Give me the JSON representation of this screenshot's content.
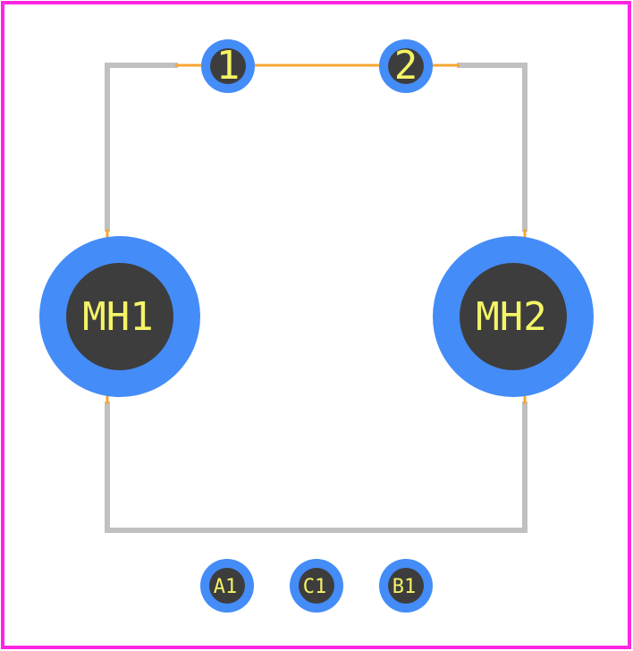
{
  "footprint": {
    "colors": {
      "background": "#ffffff",
      "courtyard": "#ff26e2",
      "silkscreen": "#c0c0c0",
      "pad_ring": "#448cf7",
      "hole": "#3d3d3d",
      "label": "#f4f466",
      "track": "#f8a530"
    },
    "pads": {
      "pad_1": "1",
      "pad_2": "2",
      "mh1": "MH1",
      "mh2": "MH2",
      "a1": "A1",
      "c1": "C1",
      "b1": "B1"
    }
  }
}
